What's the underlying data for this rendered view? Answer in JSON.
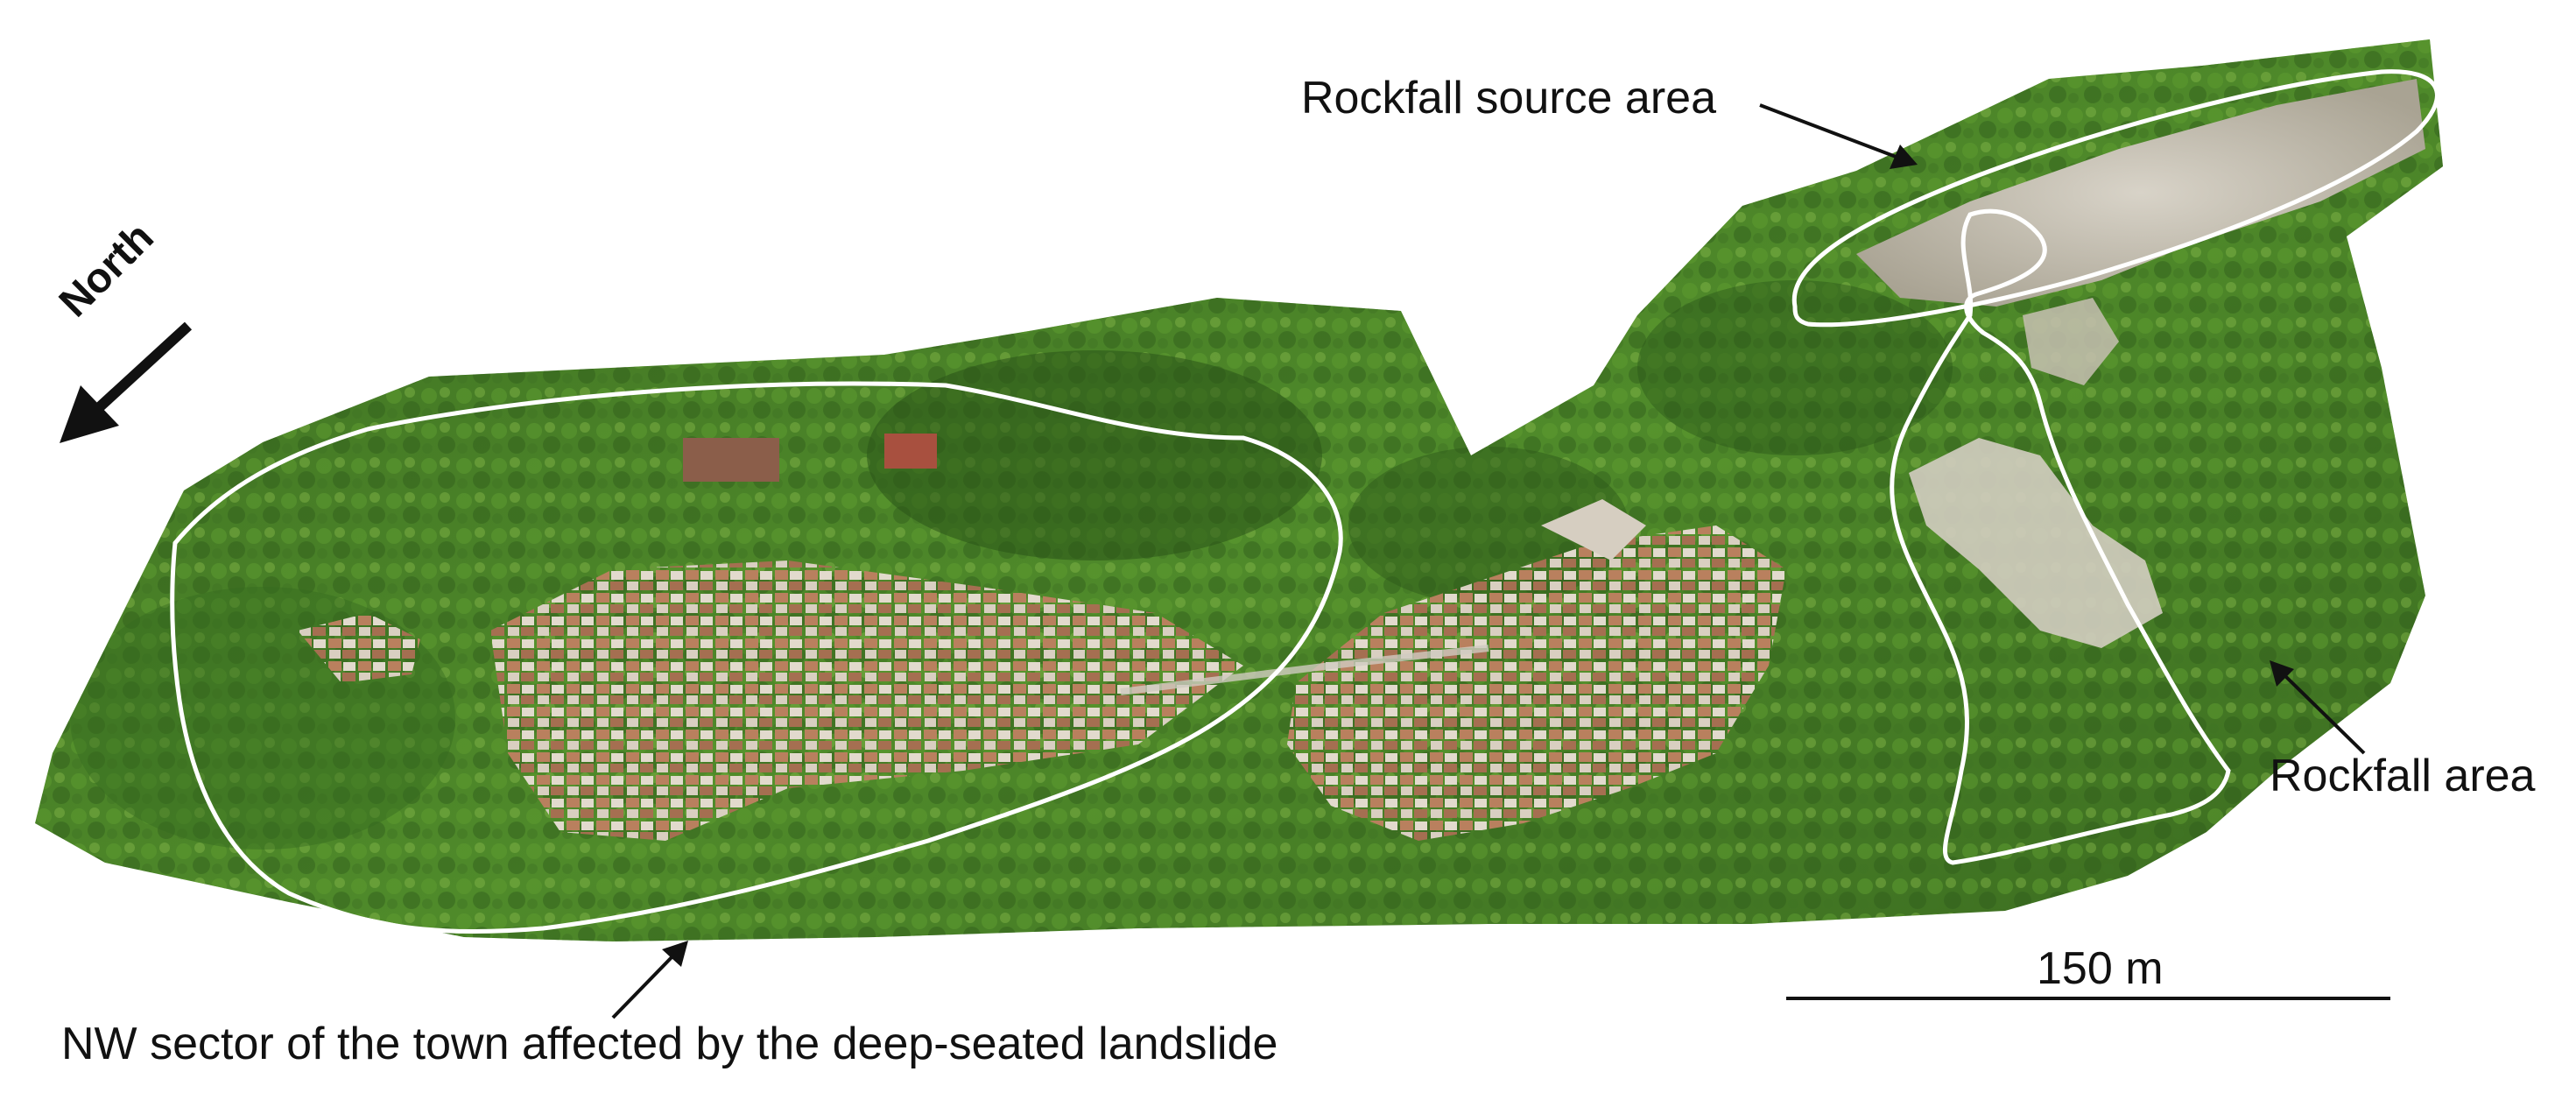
{
  "annotations": {
    "rockfall_source_area": "Rockfall source area",
    "rockfall_area": "Rockfall area",
    "nw_sector": "NW sector of the town affected by the deep-seated landslide",
    "north": "North"
  },
  "scale_bar": {
    "label": "150 m"
  },
  "colors": {
    "forest_dark": "#2f5a1c",
    "forest_mid": "#4f8a2a",
    "forest_light": "#7fb03f",
    "roof_terracotta": "#b07a5a",
    "building_white": "#e4ddd2",
    "rock_face": "#c9c3b5",
    "outline": "#ffffff",
    "text": "#111111"
  }
}
